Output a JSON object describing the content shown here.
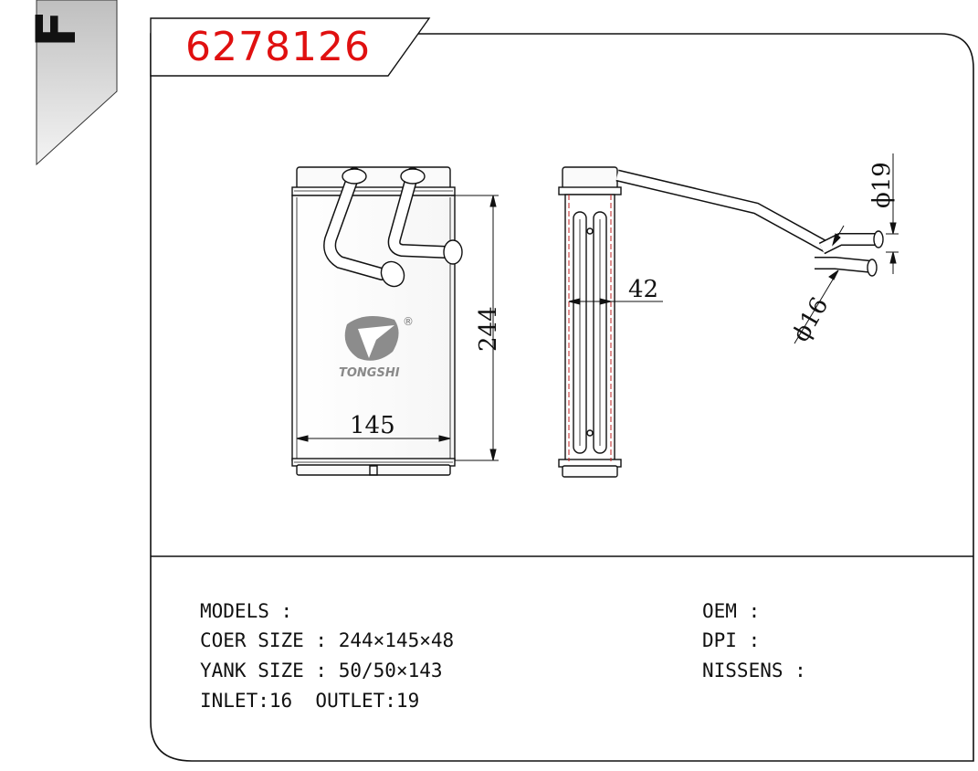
{
  "part_number": "6278126",
  "side_tab_letter": "F",
  "logo": {
    "brand": "TONGSHI",
    "registered": "®"
  },
  "dimensions": {
    "core_height": "244",
    "core_width": "145",
    "thickness": "42",
    "outlet_diameter": "ϕ19",
    "inlet_diameter": "ϕ16"
  },
  "specs": {
    "models": "MODELS :",
    "core_size": "COER SIZE : 244×145×48",
    "tank_size": "YANK SIZE : 50/50×143",
    "inlet_outlet": "INLET:16  OUTLET:19",
    "oem": "OEM :",
    "dpi": "DPI :",
    "nissens": "NISSENS :"
  },
  "colors": {
    "accent": "#e01010",
    "line": "#111111",
    "tab_gray": "#d8d8d8"
  }
}
